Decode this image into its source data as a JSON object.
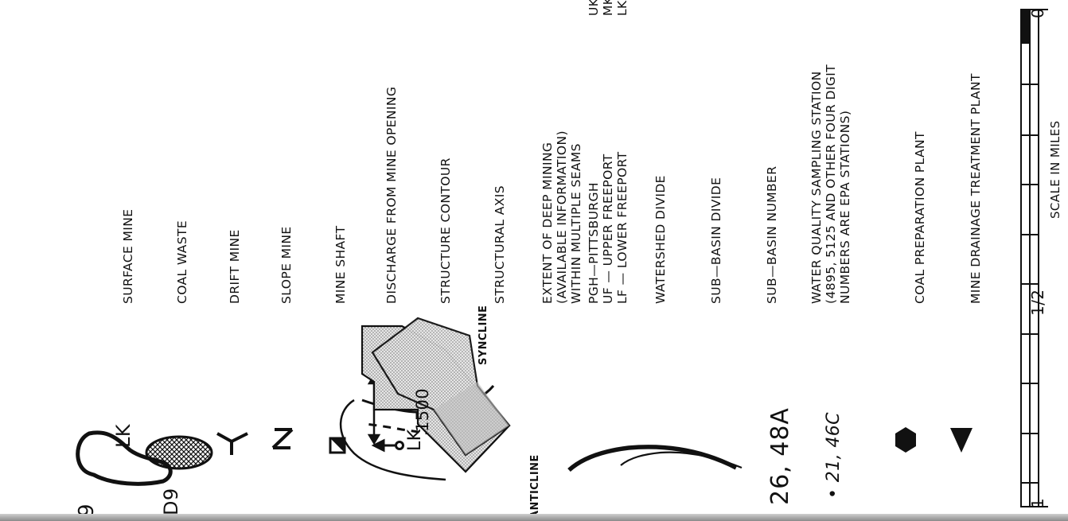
{
  "legend": {
    "surface_mine": {
      "label": "SURFACE MINE",
      "mark_top": "9",
      "mark_seam": "LK",
      "mark_bottom": "D9"
    },
    "coal_waste": {
      "label": "COAL WASTE"
    },
    "drift_mine": {
      "label": "DRIFT MINE"
    },
    "slope_mine": {
      "label": "SLOPE MINE"
    },
    "mine_shaft": {
      "label": "MINE SHAFT"
    },
    "discharge": {
      "label": "DISCHARGE FROM MINE OPENING"
    },
    "structure_contour": {
      "label": "STRUCTURE CONTOUR",
      "seam": "LK",
      "elevation": "1500"
    },
    "structural_axis": {
      "label": "STRUCTURAL AXIS",
      "anticline": "ANTICLINE",
      "syncline": "SYNCLINE"
    },
    "deep_mining": {
      "lines": [
        "EXTENT OF DEEP MINING",
        "(AVAILABLE INFORMATION)",
        "WITHIN MULTIPLE SEAMS"
      ]
    },
    "seams": {
      "left": [
        "PGH—PITTSBURGH",
        "UF — UPPER FREEPORT",
        "LF — LOWER FREEPORT"
      ],
      "right": [
        "UK — UPPER KITTANNING",
        "MK—MIDDLE KITTANNING",
        "LK — LOWER KITTANNING"
      ]
    },
    "watershed_divide": {
      "label": "WATERSHED DIVIDE"
    },
    "sub_basin_divide": {
      "label": "SUB—BASIN DIVIDE"
    },
    "sub_basin_number": {
      "label": "SUB—BASIN NUMBER",
      "example": "26, 48A"
    },
    "water_quality": {
      "example": "• 21, 46C",
      "lines": [
        "WATER QUALITY SAMPLING STATION",
        "(4895, 5125 AND OTHER FOUR DIGIT",
        "NUMBERS ARE EPA STATIONS)"
      ]
    },
    "coal_prep": {
      "label": "COAL PREPARATION PLANT"
    },
    "drainage_treatment": {
      "label": "MINE DRAINAGE TREATMENT PLANT"
    }
  },
  "scale": {
    "zero": "0",
    "half": "1/2",
    "one": "1",
    "caption": "SCALE IN MILES"
  }
}
